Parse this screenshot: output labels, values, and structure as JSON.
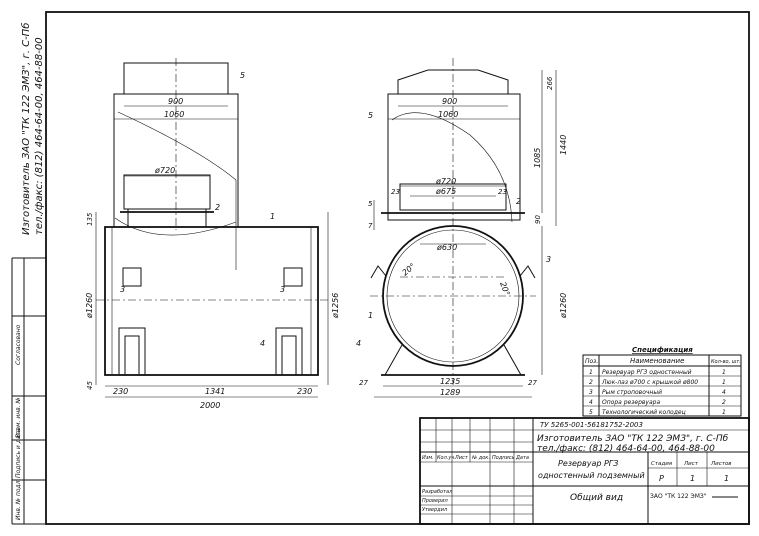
{
  "manufacturer_vertical": {
    "line1": "Изготовитель ЗАО \"ТК 122 ЭМЗ\", г. С-Пб",
    "line2": "тел./факс: (812) 464-64-00, 464-88-00"
  },
  "left_margin": {
    "approved": "Согласовано",
    "inv_no": "Взам. инв. №",
    "sign_date": "Подпись и дата",
    "inv_orig": "Инв. № подл."
  },
  "front_view": {
    "dim_900": "900",
    "dim_1060": "1060",
    "dim_720": "ø720",
    "dim_135": "135",
    "dim_1260": "ø1260",
    "dim_1256": "ø1256",
    "dim_45": "45",
    "dim_230_left": "230",
    "dim_1341": "1341",
    "dim_230_right": "230",
    "dim_2000": "2000",
    "callouts": [
      "1",
      "2",
      "3",
      "3",
      "4",
      "5"
    ]
  },
  "side_view": {
    "dim_900": "900",
    "dim_1060": "1060",
    "dim_266": "266",
    "dim_1085": "1085",
    "dim_1440": "1440",
    "dim_720": "ø720",
    "dim_675": "ø675",
    "dim_23_left": "23",
    "dim_23_right": "23",
    "dim_630": "ø630",
    "dim_90": "90",
    "dim_5": "5",
    "dim_7": "7",
    "angle_left": "20°",
    "angle_right": "20°",
    "dim_1260": "ø1260",
    "dim_27_left": "27",
    "dim_27_right": "27",
    "dim_1235": "1235",
    "dim_1289": "1289",
    "callouts": [
      "1",
      "2",
      "3",
      "4",
      "5"
    ]
  },
  "spec": {
    "title": "Спецификация",
    "col_pos": "Поз.",
    "col_name": "Наименование",
    "col_qty": "Кол-во, шт.",
    "rows": [
      {
        "pos": "1",
        "name": "Резервуар РГЗ одностенный",
        "qty": "1"
      },
      {
        "pos": "2",
        "name": "Люк-лаз ø700 с крышкой ø800",
        "qty": "1"
      },
      {
        "pos": "3",
        "name": "Рым строповочный",
        "qty": "4"
      },
      {
        "pos": "4",
        "name": "Опора резервуара",
        "qty": "2"
      },
      {
        "pos": "5",
        "name": "Технологический колодец",
        "qty": "1"
      }
    ]
  },
  "title_block": {
    "tu": "ТУ 5265-001-56181752-2003",
    "maker1": "Изготовитель ЗАО \"ТК 122 ЭМЗ\", г. С-Пб",
    "maker2": "тел./факс: (812) 464-64-00, 464-88-00",
    "headers": [
      "Изм.",
      "Кол.уч.",
      "Лист",
      "№ док.",
      "Подпись",
      "Дата"
    ],
    "roles": [
      "Разработал",
      "Проверил",
      "Утвердил"
    ],
    "product1": "Резервуар РГЗ",
    "product2": "одностенный подземный",
    "stage_label": "Стадия",
    "sheet_label": "Лист",
    "sheets_label": "Листов",
    "stage": "Р",
    "sheet": "1",
    "sheets": "1",
    "view_name": "Общий вид",
    "company": "ЗАО \"ТК 122 ЭМЗ\""
  }
}
